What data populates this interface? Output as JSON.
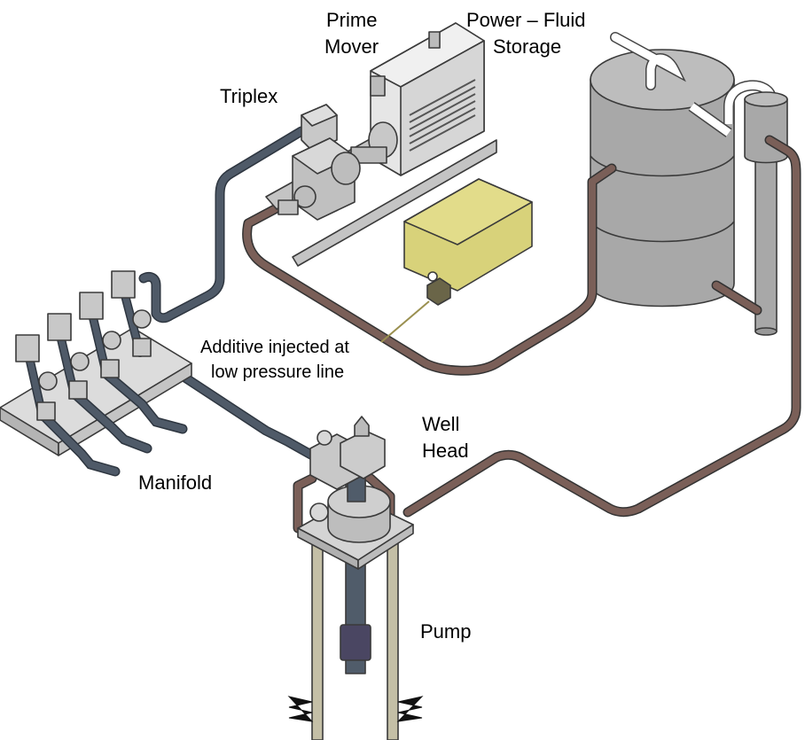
{
  "labels": {
    "prime_mover_line1": "Prime",
    "prime_mover_line2": "Mover",
    "storage_line1": "Power – Fluid",
    "storage_line2": "Storage",
    "triplex": "Triplex",
    "additive_line1": "Additive injected at",
    "additive_line2": "low pressure line",
    "well_head_line1": "Well",
    "well_head_line2": "Head",
    "manifold": "Manifold",
    "pump": "Pump"
  },
  "colors": {
    "power_fluid_line": "#7a5f58",
    "return_line": "#4f5a68",
    "equipment_gray": "#c8c8c8",
    "tank_gray": "#a8a8a8",
    "additive_tank": "#d8d27a",
    "pump_body": "#4a4662",
    "casing": "#c4bfa6"
  }
}
